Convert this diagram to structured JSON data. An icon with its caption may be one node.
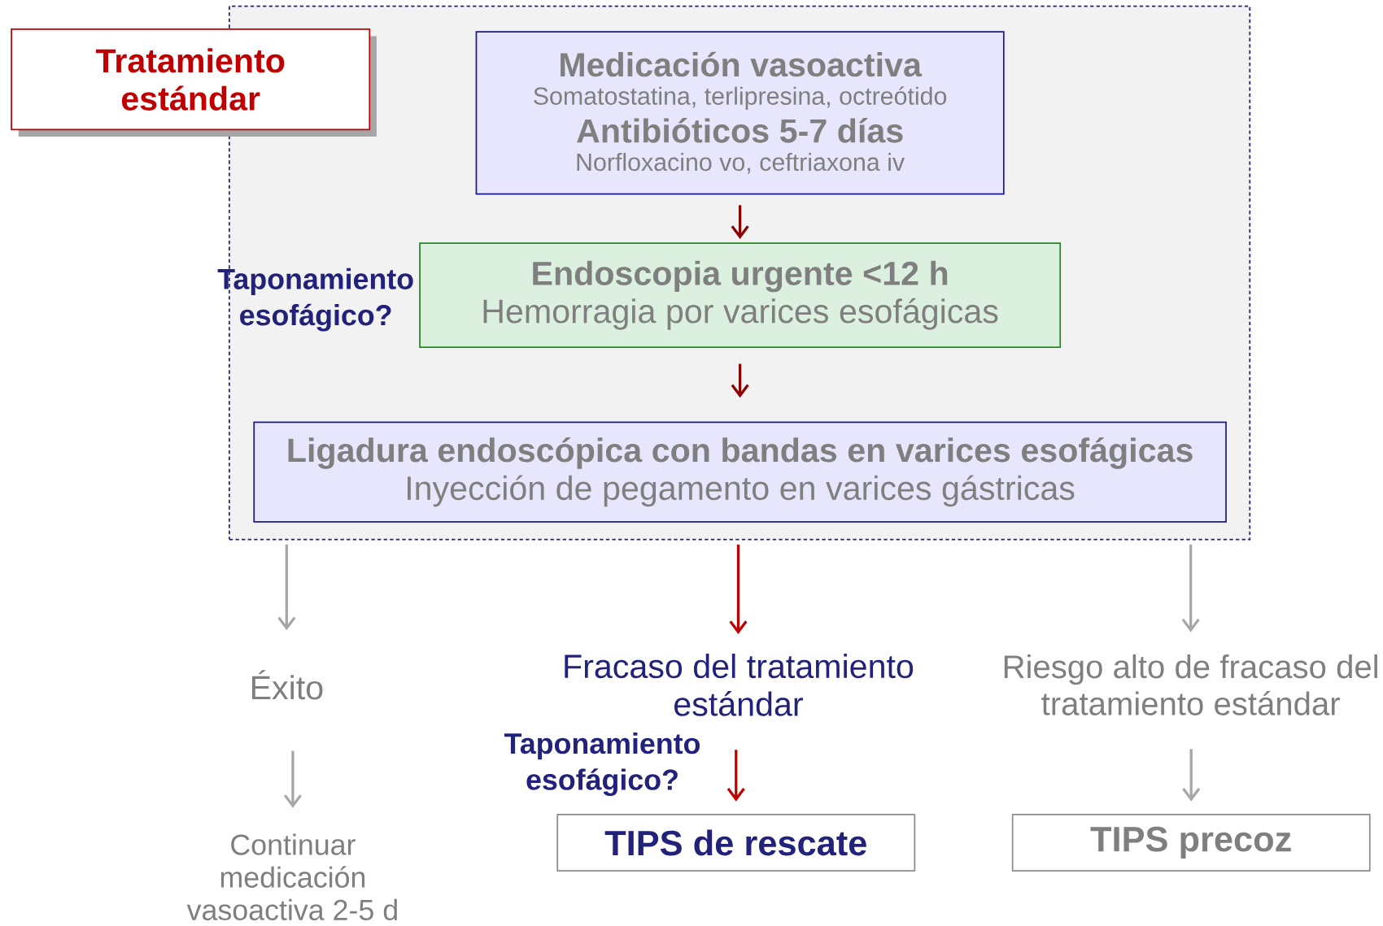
{
  "diagram": {
    "nodes": [
      {
        "text": [],
        "shape": "box"
      },
      {
        "text": [
          "Tratamiento estándar"
        ]
      },
      {
        "text": [
          "Medicación vasoactiva",
          "Somatostatina, terlipresina, octreótido",
          "Antibióticos 5-7 días",
          "Norfloxacino vo, ceftriaxona iv"
        ],
        "in": 0
      },
      {
        "text": [
          "Endoscopia urgente <12 h",
          "Hemorragia por varices esofágicas"
        ],
        "in": 0
      },
      {
        "text": [
          "Ligadura endoscópica con bandas en varices esofágicas",
          "Inyección de pegamento en varices gástricas"
        ],
        "in": 0
      },
      {
        "text": [
          "Éxito"
        ]
      },
      {
        "text": [
          "Continuar medicación vasoactiva 2-5 d"
        ]
      },
      {
        "text": [
          "Fracaso del tratamiento estándar"
        ]
      },
      {
        "text": [
          "TIPS de rescate"
        ]
      },
      {
        "text": [
          "Riesgo alto de fracaso del tratamiento estándar"
        ]
      },
      {
        "text": [
          "TIPS precoz"
        ]
      }
    ],
    "edges": [
      {
        "from": 2,
        "to": 3,
        "arrow": "to",
        "color": "#8b0000"
      },
      {
        "from": 3,
        "to": 4,
        "arrow": "to",
        "color": "#8b0000"
      },
      {
        "from": 0,
        "to": 5,
        "arrow": "to"
      },
      {
        "from": 0,
        "to": 7,
        "arrow": "to",
        "color": "#c00000"
      },
      {
        "from": 0,
        "to": 9,
        "arrow": "to"
      },
      {
        "from": 5,
        "to": 6,
        "arrow": "to"
      },
      {
        "from": 7,
        "to": 8,
        "arrow": "to",
        "color": "#c00000"
      },
      {
        "from": 9,
        "to": 10,
        "arrow": "to"
      }
    ],
    "labels": [
      "Taponamiento esofágico?",
      "Taponamiento esofágico?"
    ]
  }
}
